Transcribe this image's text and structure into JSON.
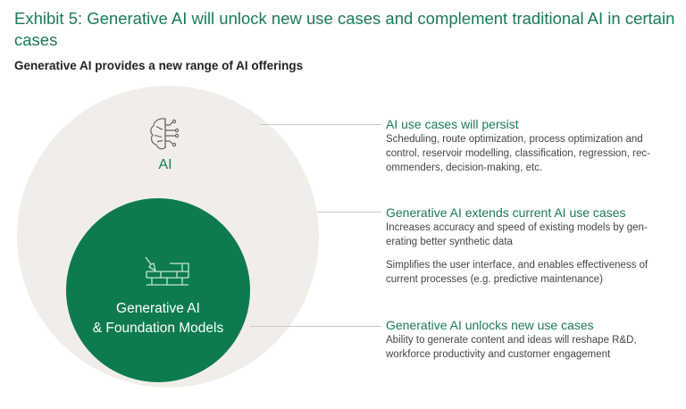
{
  "title": "Exhibit 5: Generative AI will unlock new use cases and complement traditional AI in certain cases",
  "subtitle": "Generative AI provides a new range of AI offerings",
  "diagram": {
    "outer_label": "AI",
    "inner_label_1": "Generative AI",
    "inner_label_2": "& Foundation Models",
    "outer_color": "#f1eeea",
    "inner_color": "#0e7b4e"
  },
  "callouts": [
    {
      "title": "AI use cases will persist",
      "body": [
        "Scheduling, route optimization, process optimization and control, reservoir modelling, classification, regression, rec-ommenders, decision-making, etc."
      ]
    },
    {
      "title": "Generative AI extends current AI use cases",
      "body": [
        "Increases accuracy and speed of existing models by gen-erating better synthetic data",
        "Simplifies the user interface, and enables effectiveness of current processes (e.g. predictive maintenance)"
      ]
    },
    {
      "title": "Generative AI unlocks new use cases",
      "body": [
        "Ability to generate content and ideas will reshape R&D, workforce productivity and customer engagement"
      ]
    }
  ]
}
